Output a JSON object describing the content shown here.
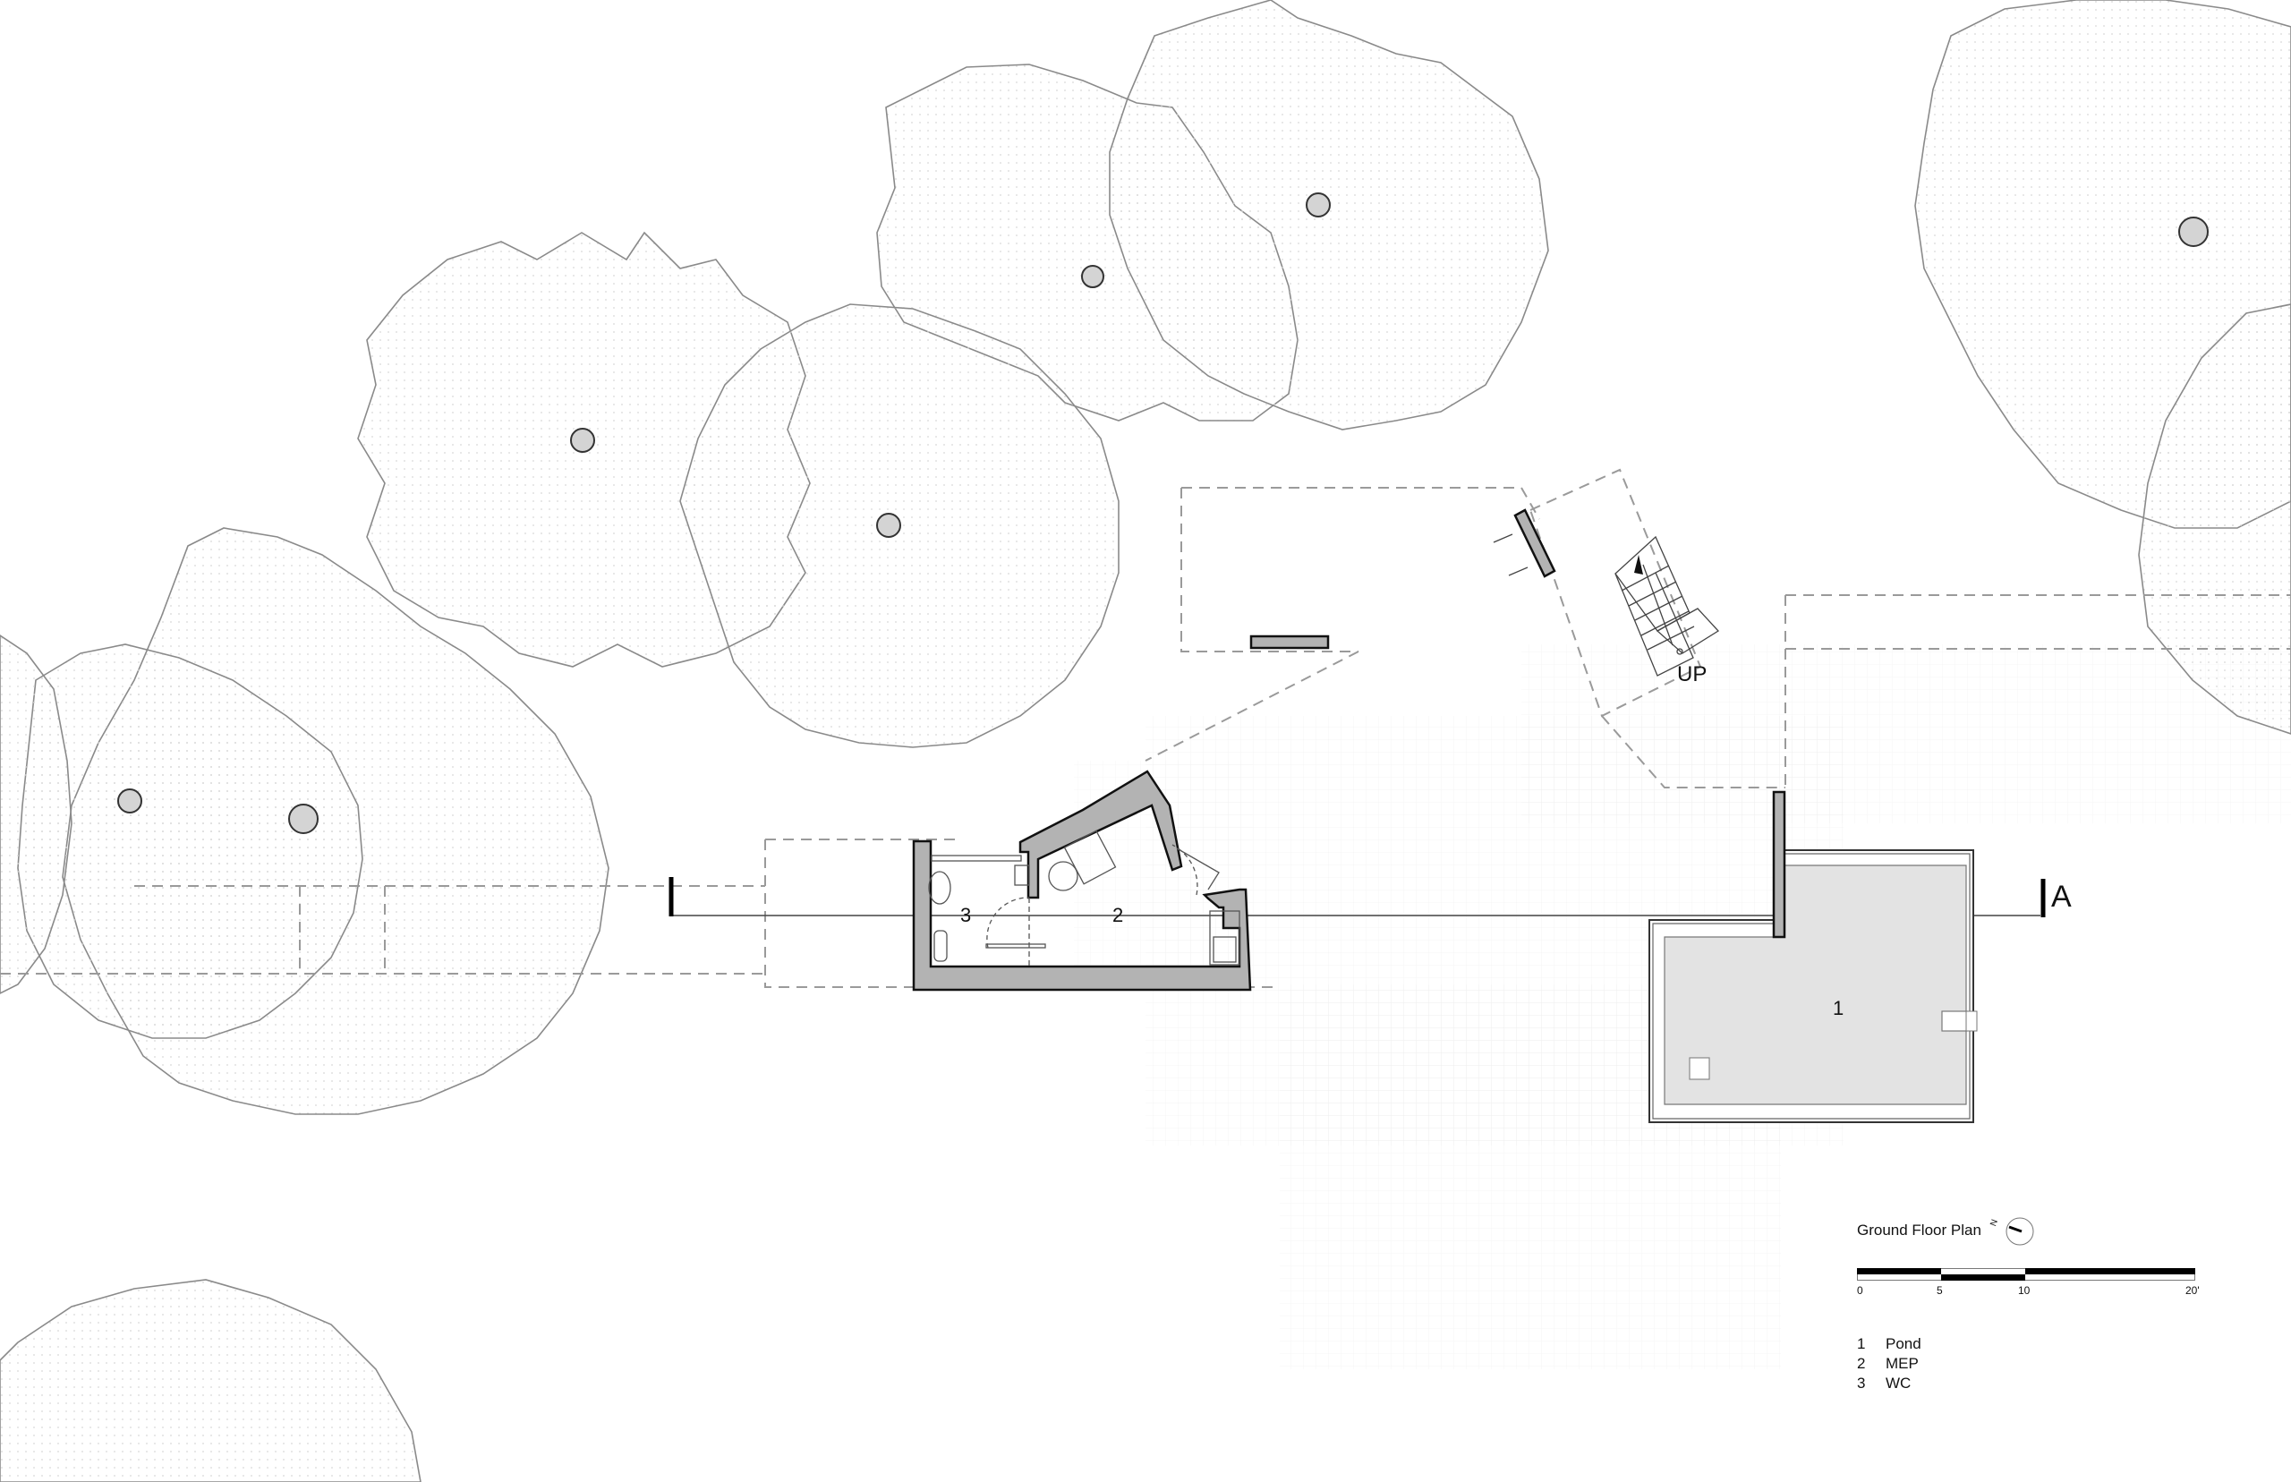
{
  "drawing": {
    "title": "Ground Floor Plan",
    "north_arrow": {
      "label": "N",
      "icon": "north-arrow-icon"
    },
    "section_marker": {
      "label": "A"
    },
    "stair_label": "UP",
    "rooms": [
      {
        "number": "1",
        "name": "Pond"
      },
      {
        "number": "2",
        "name": "MEP"
      },
      {
        "number": "3",
        "name": "WC"
      }
    ],
    "scale_bar": {
      "ticks": [
        "0",
        "5",
        "10",
        "20'"
      ],
      "unit": "feet"
    },
    "legend": [
      {
        "number": "1",
        "name": "Pond"
      },
      {
        "number": "2",
        "name": "MEP"
      },
      {
        "number": "3",
        "name": "WC"
      }
    ]
  },
  "colors": {
    "wall_fill": "#b3b3b3",
    "pond_fill": "#e3e3e3",
    "tree_trunk": "#d4d4d4",
    "line": "#222222",
    "canopy_line": "#8a8a8a",
    "dashed": "#9a9a9a"
  }
}
